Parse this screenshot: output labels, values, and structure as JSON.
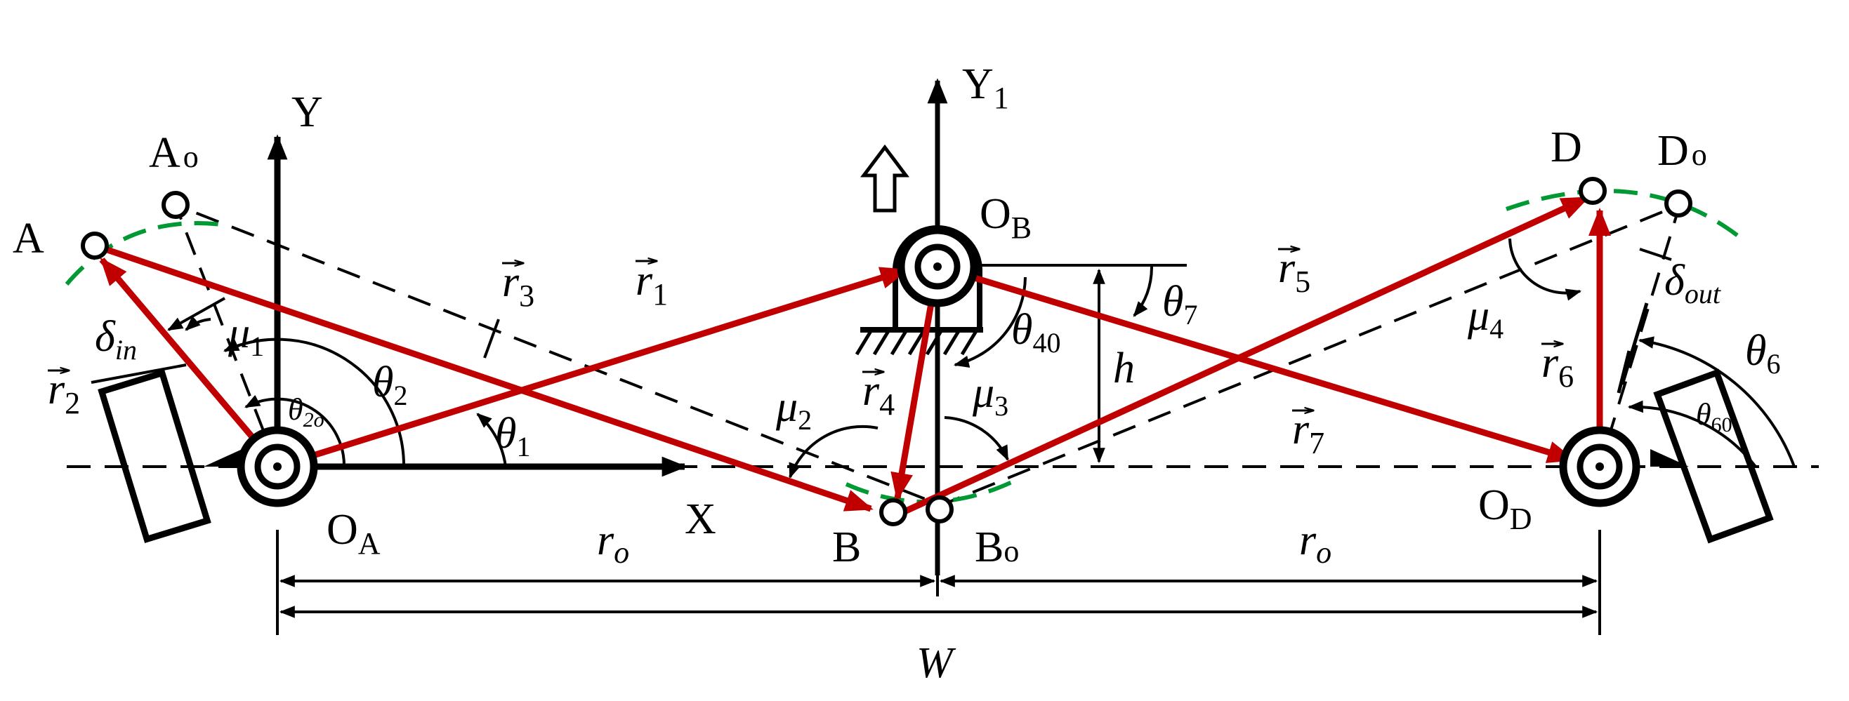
{
  "points": {
    "OA": {
      "base": "O",
      "sub": "A"
    },
    "OB": {
      "base": "O",
      "sub": "B"
    },
    "OD": {
      "base": "O",
      "sub": "D"
    },
    "A": "A",
    "Ao": {
      "base": "A",
      "sub": "o"
    },
    "B": "B",
    "Bo": {
      "base": "B",
      "sub": "o"
    },
    "D": "D",
    "Do": {
      "base": "D",
      "sub": "o"
    }
  },
  "axes": {
    "X": "X",
    "Y": "Y",
    "Y1": {
      "base": "Y",
      "sub": "1"
    }
  },
  "vectors": {
    "r1": {
      "base": "r",
      "sub": "1"
    },
    "r2": {
      "base": "r",
      "sub": "2"
    },
    "r3": {
      "base": "r",
      "sub": "3"
    },
    "r4": {
      "base": "r",
      "sub": "4"
    },
    "r5": {
      "base": "r",
      "sub": "5"
    },
    "r6": {
      "base": "r",
      "sub": "6"
    },
    "r7": {
      "base": "r",
      "sub": "7"
    }
  },
  "angles": {
    "theta1": {
      "base": "θ",
      "sub": "1"
    },
    "theta2": {
      "base": "θ",
      "sub": "2"
    },
    "theta2o": {
      "base": "θ",
      "sub": "2o"
    },
    "theta40": {
      "base": "θ",
      "sub": "40"
    },
    "theta6": {
      "base": "θ",
      "sub": "6"
    },
    "theta60": {
      "base": "θ",
      "sub": "60"
    },
    "theta7": {
      "base": "θ",
      "sub": "7"
    },
    "mu1": {
      "base": "μ",
      "sub": "1"
    },
    "mu2": {
      "base": "μ",
      "sub": "2"
    },
    "mu3": {
      "base": "μ",
      "sub": "3"
    },
    "mu4": {
      "base": "μ",
      "sub": "4"
    },
    "delta_in": {
      "base": "δ",
      "sub": "in"
    },
    "delta_out": {
      "base": "δ",
      "sub": "out"
    }
  },
  "dims": {
    "ro_left": {
      "base": "r",
      "sub": "o"
    },
    "ro_right": {
      "base": "r",
      "sub": "o"
    },
    "W": "W",
    "h": "h"
  },
  "colors": {
    "vector": "#C00000",
    "arc": "#009933",
    "line": "#000000"
  }
}
